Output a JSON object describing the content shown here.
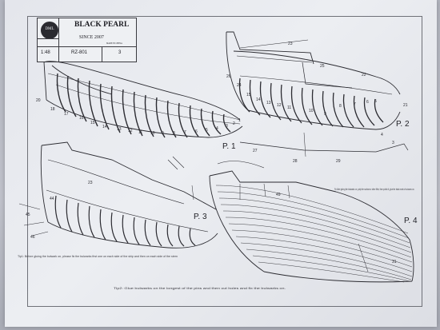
{
  "title_block": {
    "brand": "BLACK PEARL",
    "since": "SINCE 2007",
    "model_label": "MADE IN CHINA",
    "scale": "1:48",
    "model_no": "RZ-801",
    "sheet_no": "3",
    "logo_text": "DML"
  },
  "panels": {
    "p1": "P. 1",
    "p2": "P. 2",
    "p3": "P. 3",
    "p4": "P. 4"
  },
  "part_numbers": {
    "p1": [
      "20",
      "18",
      "17",
      "16",
      "15",
      "14",
      "13",
      "12",
      "11",
      "10",
      "9",
      "8",
      "7",
      "6",
      "5",
      "4",
      "3",
      "2",
      "1"
    ],
    "p2": [
      "23",
      "26",
      "25",
      "22",
      "24",
      "15",
      "14",
      "13",
      "12",
      "11",
      "10",
      "9",
      "8",
      "7",
      "6",
      "5",
      "4",
      "3",
      "21",
      "27",
      "28",
      "29"
    ],
    "p3": [
      "23",
      "44",
      "45",
      "46"
    ],
    "p4": [
      "49",
      "31"
    ]
  },
  "notes": {
    "p3_caption": "Tip1: Before gluing the bulwark on, please fix the bulwarks first one on each side of the ship and then on each side of the stern",
    "p4_caption": "Fix After gluing the bulwarks on, putty the surface or other filler, then polish it, glue the black mark of scissors on.",
    "bottom_caption": "Tip2: Glue bulwarks on the longest of the pins and then cut holes and fix the bulwarks on."
  },
  "colors": {
    "paper": "#e6e8ed",
    "ink": "#1e1e24",
    "backdrop": "#b9bcc6"
  }
}
